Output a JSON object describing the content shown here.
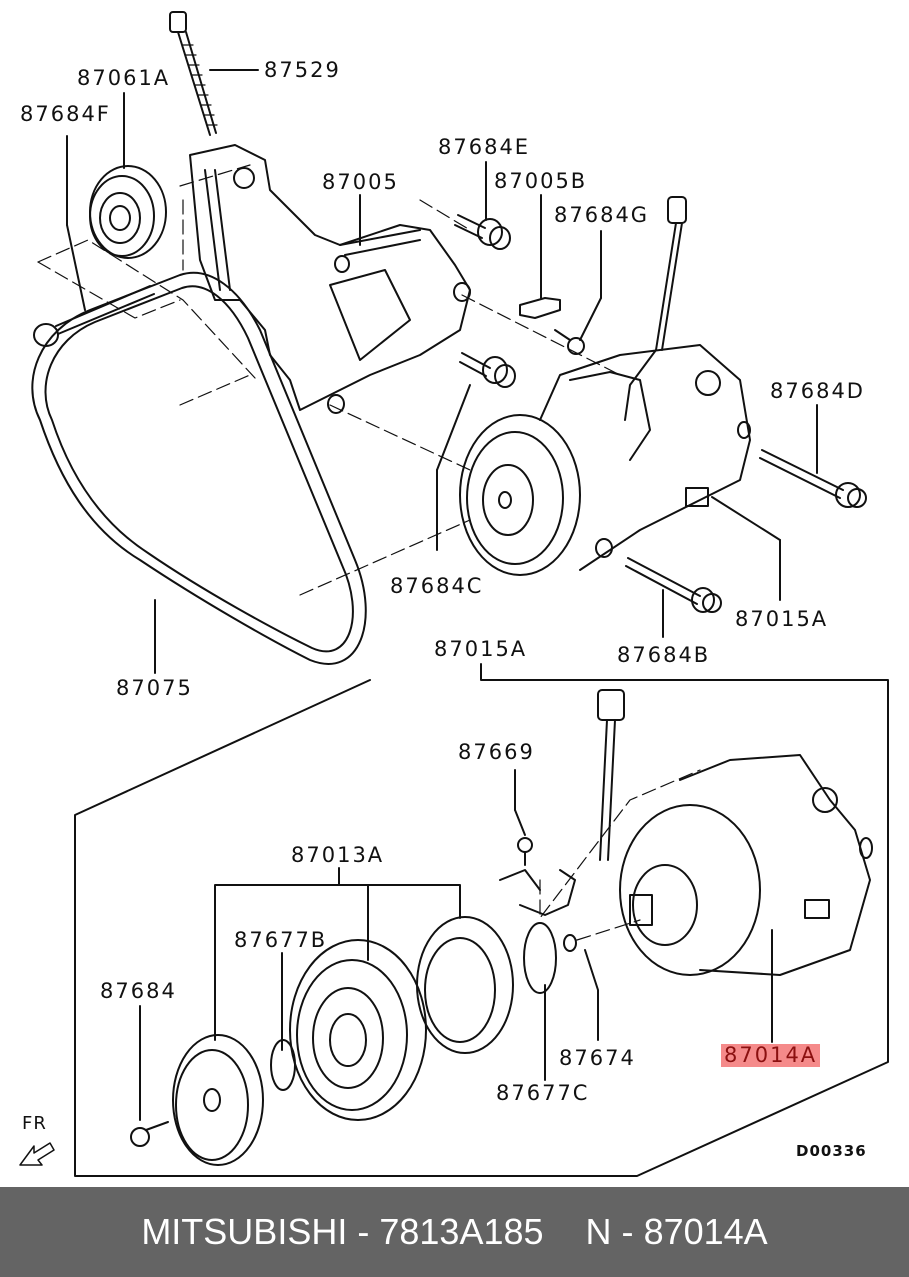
{
  "diagram": {
    "title": "A/C Compressor exploded view",
    "code": "D00336",
    "front_indicator": "FR",
    "highlight_color": "#f58a8a",
    "highlighted_part": "87014A",
    "callouts": [
      {
        "id": "87529",
        "label": "87529"
      },
      {
        "id": "87061A",
        "label": "87061A"
      },
      {
        "id": "87684F",
        "label": "87684F"
      },
      {
        "id": "87005",
        "label": "87005"
      },
      {
        "id": "87684E",
        "label": "87684E"
      },
      {
        "id": "87005B",
        "label": "87005B"
      },
      {
        "id": "87684G",
        "label": "87684G"
      },
      {
        "id": "87684D",
        "label": "87684D"
      },
      {
        "id": "87684C",
        "label": "87684C"
      },
      {
        "id": "87015A_top",
        "label": "87015A"
      },
      {
        "id": "87684B",
        "label": "87684B"
      },
      {
        "id": "87075",
        "label": "87075"
      },
      {
        "id": "87015A_box",
        "label": "87015A"
      },
      {
        "id": "87669",
        "label": "87669"
      },
      {
        "id": "87013A",
        "label": "87013A"
      },
      {
        "id": "87677B",
        "label": "87677B"
      },
      {
        "id": "87684",
        "label": "87684"
      },
      {
        "id": "87674",
        "label": "87674"
      },
      {
        "id": "87677C",
        "label": "87677C"
      },
      {
        "id": "87014A",
        "label": "87014A"
      }
    ]
  },
  "footer": {
    "brand": "MITSUBISHI",
    "separator": "-",
    "part_number": "7813A185",
    "ref_prefix": "N",
    "ref_number": "87014A"
  }
}
